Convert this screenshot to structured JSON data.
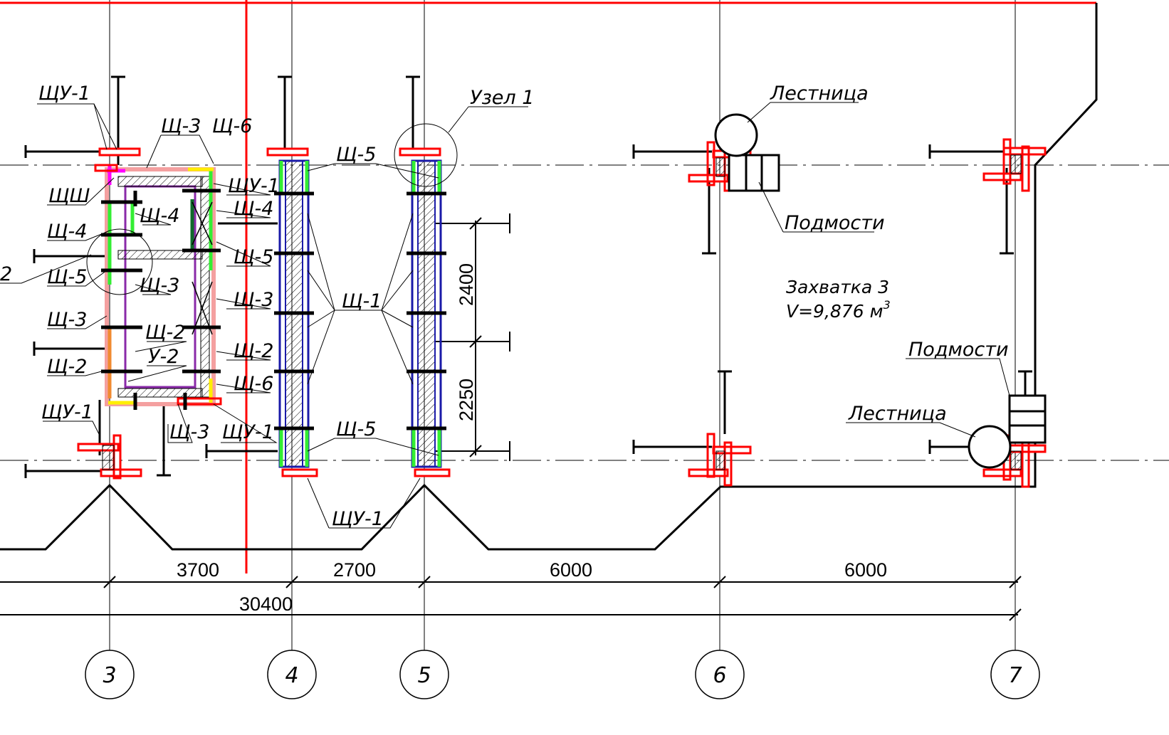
{
  "labels": {
    "shchu1": "ЩУ-1",
    "shch3": "Щ-3",
    "shch6": "Щ-6",
    "shchsh": "ЩШ",
    "shch4": "Щ-4",
    "shch5": "Щ-5",
    "shch2": "Щ-2",
    "u2": "У-2",
    "shch1": "Щ-1",
    "node1": "Узел 1",
    "node2_partial": "2",
    "ladder": "Лестница",
    "scaffold": "Подмости"
  },
  "zone": {
    "title": "Захватка 3",
    "volume": "V=9,876 м",
    "volume_sup": "3"
  },
  "dimensions": {
    "d_3_4": "3700",
    "d_4_5": "2700",
    "d_5_6": "6000",
    "d_6_7": "6000",
    "total": "30400",
    "v_upper": "2400",
    "v_lower": "2250"
  },
  "axes": [
    "3",
    "4",
    "5",
    "6",
    "7"
  ],
  "colors": {
    "red": "#ff0000",
    "green": "#33ee33",
    "blue": "#1a1aa8",
    "pink": "#f4a0a0",
    "purple": "#8a2aa8",
    "orange": "#f08a30",
    "yellow": "#ffee00",
    "dkgreen": "#0f6a2a",
    "magenta": "#ff00ff"
  }
}
